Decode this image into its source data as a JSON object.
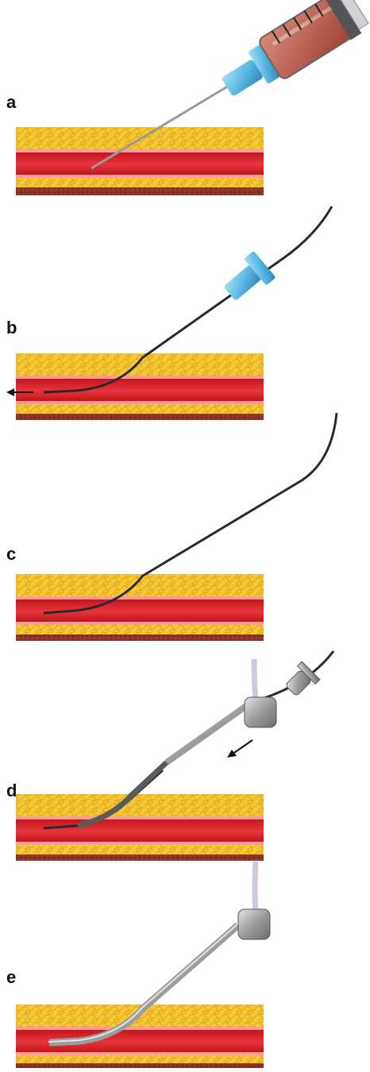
{
  "panels": [
    {
      "label": "a",
      "tool": "syringe-needle-in-vessel"
    },
    {
      "label": "b",
      "tool": "guidewire-through-needle"
    },
    {
      "label": "c",
      "tool": "guidewire-in-vessel"
    },
    {
      "label": "d",
      "tool": "catheter-over-guidewire"
    },
    {
      "label": "e",
      "tool": "catheter-in-vessel"
    }
  ],
  "colors": {
    "fat": "#f2c531",
    "fat_cell": "#e2a417",
    "vessel_wall": "#ff9a9a",
    "vessel": "#d8232a",
    "vessel_lumen_line": "#b81b20",
    "tissue": "#8a2f21",
    "needle_hub": "#6cc3e8",
    "syringe_fluid": "#b85a4a",
    "guidewire": "#2a2a2a",
    "catheter": "#b7b7b7",
    "catheter_dark": "#7c7c7c"
  }
}
